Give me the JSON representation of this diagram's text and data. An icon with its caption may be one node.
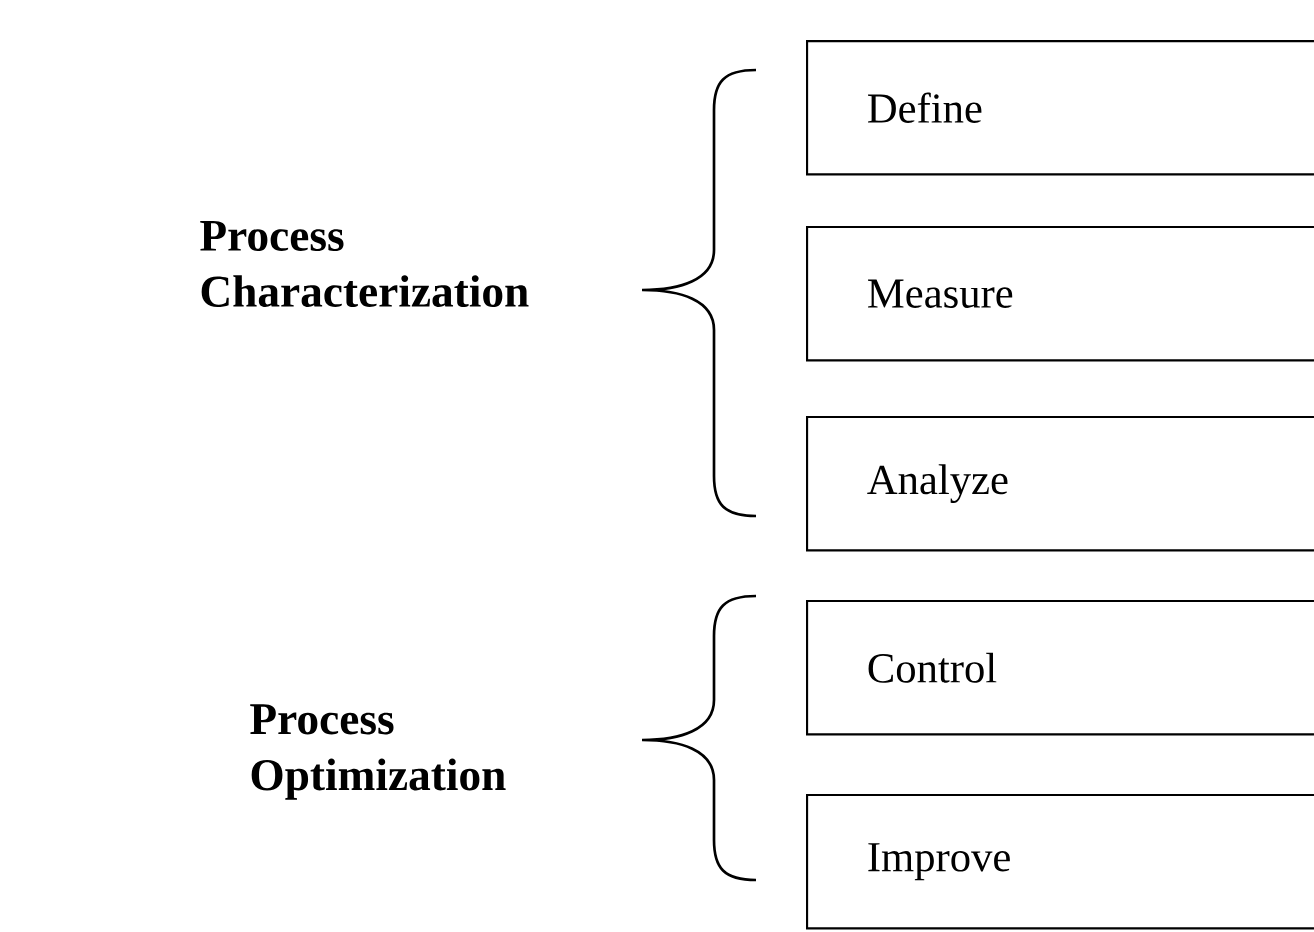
{
  "diagram": {
    "nodes": [
      {
        "text": [
          "Define"
        ]
      },
      {
        "text": [
          "Measure"
        ]
      },
      {
        "text": [
          "Analyze"
        ]
      },
      {
        "text": [
          "Control"
        ]
      },
      {
        "text": [
          "Improve"
        ]
      }
    ],
    "labels": [
      "Process Characterization",
      "Process Optimization"
    ]
  }
}
